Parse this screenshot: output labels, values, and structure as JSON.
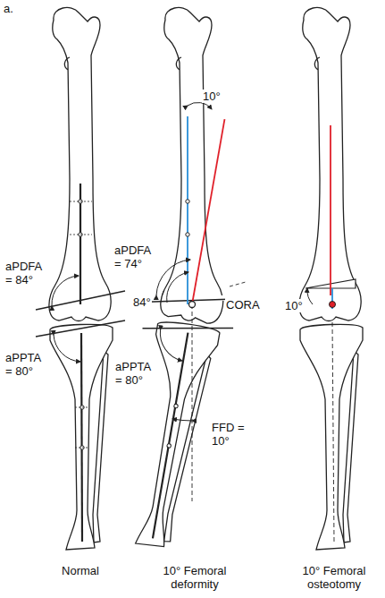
{
  "diagram": {
    "labels": [
      "a.",
      "aPDFA = 84°",
      "aPPTA = 80°",
      "10°",
      "aPDFA = 74°",
      "84°",
      "CORA",
      "aPPTA = 80°",
      "FFD = 10°",
      "10°",
      "Normal",
      "10° Femoral deformity",
      "10° Femoral osteotomy"
    ]
  }
}
